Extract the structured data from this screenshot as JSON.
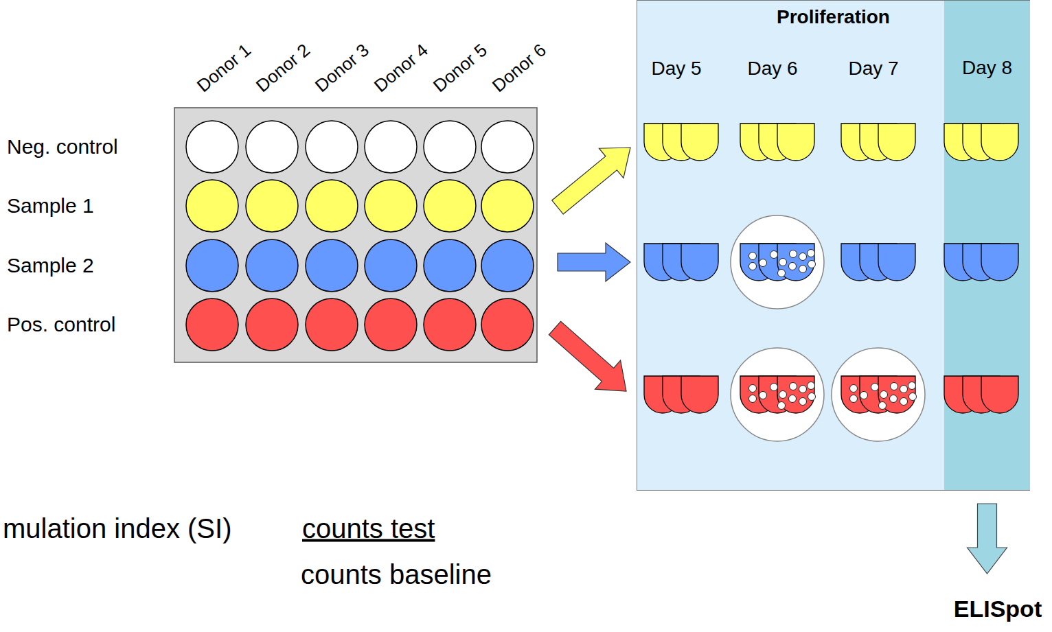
{
  "diagram": {
    "nodes": [
      {
        "text": [
          "Proliferation"
        ]
      },
      {
        "text": [
          "Day 8"
        ],
        "in": 0
      },
      {
        "text": [
          "ELISpot"
        ]
      }
    ],
    "edges": [
      {
        "from": 1,
        "to": 2,
        "arrow": "to"
      }
    ],
    "labels": [
      "Donor 1",
      "Donor 2",
      "Donor 3",
      "Donor 4",
      "Donor 5",
      "Donor 6",
      "Neg. control",
      "Sample 1",
      "Sample 2",
      "Pos. control",
      "Day 5",
      "Day 6",
      "Day 7",
      "mulation index (SI)",
      "counts test",
      "counts baseline"
    ]
  }
}
